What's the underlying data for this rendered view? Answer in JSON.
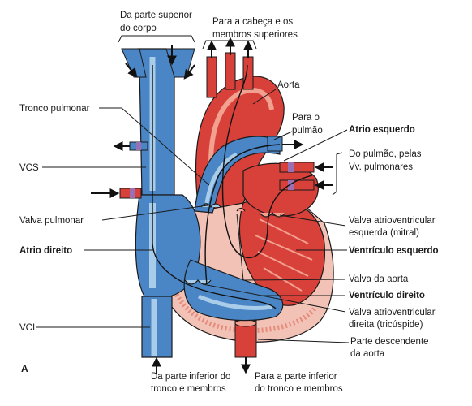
{
  "panel_label": "A",
  "top_labels": {
    "superior_body": [
      "Da parte superior",
      "do corpo"
    ],
    "head_limbs": [
      "Para a cabeça e os",
      "membros superiores"
    ]
  },
  "left_labels": {
    "pulmonary_trunk": "Tronco pulmonar",
    "svc": "VCS",
    "pulmonary_valve": "Valva pulmonar",
    "right_atrium": "Atrio direito",
    "ivc": "VCI"
  },
  "right_labels": {
    "aorta": "Aorta",
    "to_lung": [
      "Para o",
      "pulmão"
    ],
    "left_atrium": "Atrio esquerdo",
    "from_lung": [
      "Do pulmão, pelas",
      "Vv. pulmonares"
    ],
    "mitral_valve": [
      "Valva atrioventricular",
      "esquerda (mitral)"
    ],
    "left_ventricle": "Ventrículo esquerdo",
    "aortic_valve": "Valva da aorta",
    "right_ventricle": "Ventrículo direito",
    "tricuspid_valve": [
      "Valva atrioventricular",
      "direita (tricúspide)"
    ],
    "descending_aorta": [
      "Parte descendente",
      "da aorta"
    ]
  },
  "bottom_labels": {
    "inferior_body": [
      "Da parte inferior do",
      "tronco e membros"
    ],
    "to_inferior": [
      "Para a parte inferior",
      "do tronco e membros"
    ]
  },
  "colors": {
    "venous_blue": "#4a86c5",
    "venous_light": "#a9cce9",
    "arterial_red": "#d8403a",
    "arterial_light": "#f2a08f",
    "myocardium": "#f3c2b6",
    "muscle_stripe": "#e48b7c",
    "valve_purple": "#9a6fb3",
    "outline": "#1a1a1a"
  }
}
